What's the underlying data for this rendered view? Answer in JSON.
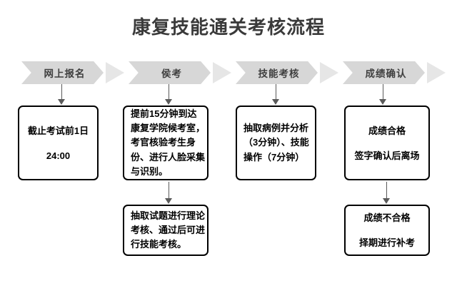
{
  "page": {
    "title": "康复技能通关考核流程",
    "background_color": "#ffffff",
    "title_color": "#3a3a3a"
  },
  "style": {
    "banner_fill": "#d7d7d7",
    "banner_separator_fill": "#e6e6e6",
    "banner_text_color": "#3f3f3f",
    "box_border_color": "#000000",
    "box_fill": "#ffffff",
    "box_text_color": "#000000",
    "connector_color": "#5a5a5a"
  },
  "flow": {
    "stages": [
      {
        "id": "stage-1",
        "banner_label": "网上报名",
        "steps": [
          {
            "id": "step-1",
            "align": "center",
            "spaced": true,
            "lines": [
              "截止考试前1日",
              "24:00"
            ]
          }
        ]
      },
      {
        "id": "stage-2",
        "banner_label": "侯考",
        "steps": [
          {
            "id": "step-2",
            "align": "left",
            "spaced": false,
            "lines": [
              "提前15分钟到达",
              "康复学院候考室，",
              "考官核验考生身",
              "份、进行人脸采集",
              "与识别。"
            ]
          },
          {
            "id": "step-3",
            "align": "left",
            "spaced": false,
            "lines": [
              "抽取试题进行理论",
              "考核、通过后可进",
              "行技能考核。"
            ]
          }
        ]
      },
      {
        "id": "stage-3",
        "banner_label": "技能考核",
        "steps": [
          {
            "id": "step-4",
            "align": "left",
            "spaced": false,
            "lines": [
              "抽取病例并分析",
              "（3分钟）、技能",
              "操作（7分钟）"
            ]
          }
        ]
      },
      {
        "id": "stage-4",
        "banner_label": "成绩确认",
        "steps": [
          {
            "id": "step-5",
            "align": "center",
            "spaced": true,
            "lines": [
              "成绩合格",
              "签字确认后离场"
            ]
          },
          {
            "id": "step-6",
            "align": "center",
            "spaced": true,
            "lines": [
              "成绩不合格",
              "择期进行补考"
            ]
          }
        ]
      }
    ]
  }
}
